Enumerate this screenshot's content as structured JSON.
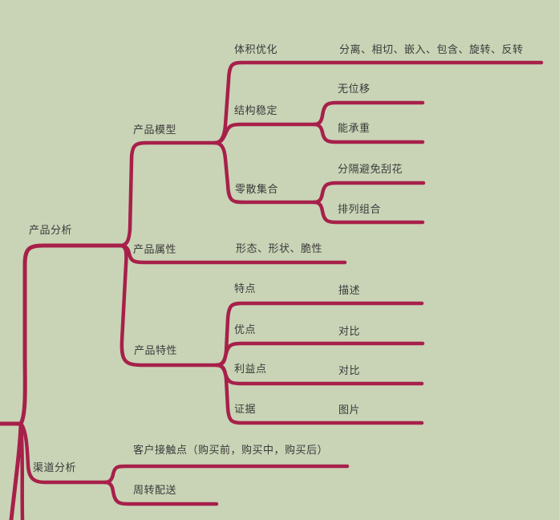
{
  "app": {
    "type": "mind-map"
  },
  "colors": {
    "background": "#c9d4b6",
    "branch": "#a7204a",
    "text": "#3a3a3a"
  },
  "mindmap": {
    "root": {
      "children": [
        {
          "label": "产品分析",
          "children": [
            {
              "label": "产品模型",
              "children": [
                {
                  "label": "体积优化",
                  "children": [
                    {
                      "label": "分离、相切、嵌入、包含、旋转、反转"
                    }
                  ]
                },
                {
                  "label": "结构稳定",
                  "children": [
                    {
                      "label": "无位移"
                    },
                    {
                      "label": "能承重"
                    }
                  ]
                },
                {
                  "label": "零散集合",
                  "children": [
                    {
                      "label": "分隔避免刮花"
                    },
                    {
                      "label": "排列组合"
                    }
                  ]
                }
              ]
            },
            {
              "label": "产品属性",
              "children": [
                {
                  "label": "形态、形状、脆性"
                }
              ]
            },
            {
              "label": "产品特性",
              "children": [
                {
                  "label": "特点",
                  "children": [
                    {
                      "label": "描述"
                    }
                  ]
                },
                {
                  "label": "优点",
                  "children": [
                    {
                      "label": "对比"
                    }
                  ]
                },
                {
                  "label": "利益点",
                  "children": [
                    {
                      "label": "对比"
                    }
                  ]
                },
                {
                  "label": "证据",
                  "children": [
                    {
                      "label": "图片"
                    }
                  ]
                }
              ]
            }
          ]
        },
        {
          "label": "渠道分析",
          "children": [
            {
              "label": "客户接触点（购买前，购买中，购买后）"
            },
            {
              "label": "周转配送"
            }
          ]
        }
      ]
    }
  }
}
